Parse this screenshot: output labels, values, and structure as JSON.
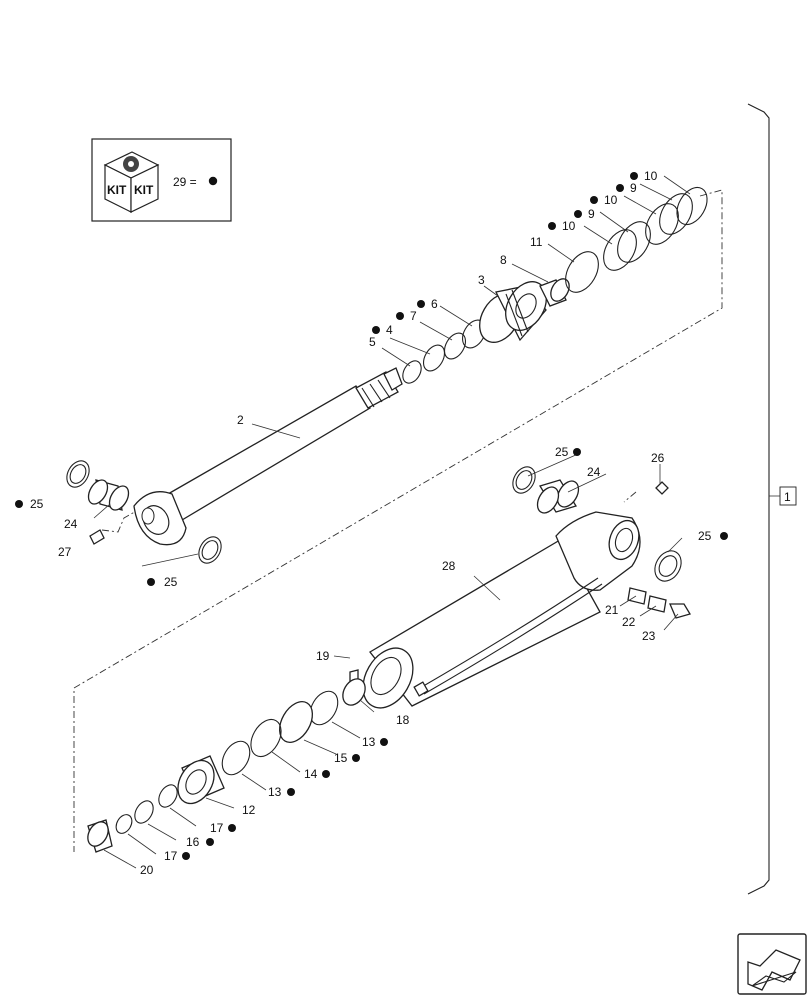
{
  "kit_box": {
    "kit_word_1": "KIT",
    "kit_word_2": "KIT",
    "legend": "29 ="
  },
  "assembly_callout": "1",
  "callouts": {
    "c2": "2",
    "c3": "3",
    "c4": "4",
    "c5": "5",
    "c6": "6",
    "c7": "7",
    "c8": "8",
    "c9a": "9",
    "c9b": "9",
    "c10a": "10",
    "c10b": "10",
    "c10c": "10",
    "c11": "11",
    "c12": "12",
    "c13a": "13",
    "c13b": "13",
    "c14": "14",
    "c15": "15",
    "c16": "16",
    "c17a": "17",
    "c17b": "17",
    "c18": "18",
    "c19": "19",
    "c20": "20",
    "c21": "21",
    "c22": "22",
    "c23": "23",
    "c24a": "24",
    "c24b": "24",
    "c25a": "25",
    "c25b": "25",
    "c25c": "25",
    "c25d": "25",
    "c26": "26",
    "c27": "27",
    "c28": "28"
  },
  "nav_icon": "next-page-arrow-icon"
}
